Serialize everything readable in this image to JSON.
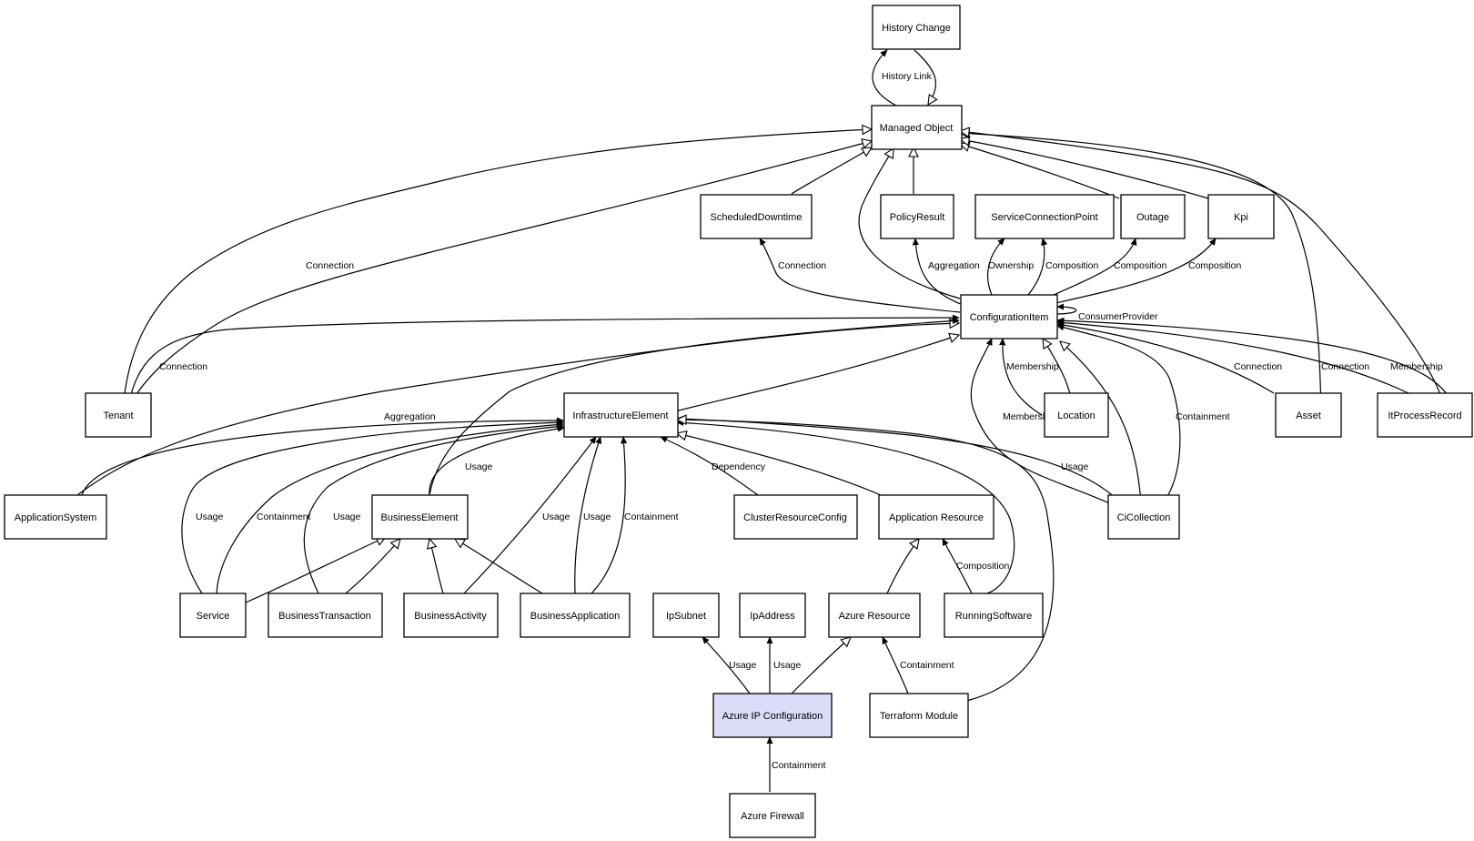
{
  "nodes": {
    "history_change": "History Change",
    "managed_object": "Managed Object",
    "scheduled_downtime": "ScheduledDowntime",
    "policy_result": "PolicyResult",
    "service_connection_point": "ServiceConnectionPoint",
    "outage": "Outage",
    "kpi": "Kpi",
    "configuration_item": "ConfigurationItem",
    "tenant": "Tenant",
    "infrastructure_element": "InfrastructureElement",
    "location": "Location",
    "asset": "Asset",
    "it_process_record": "ItProcessRecord",
    "application_system": "ApplicationSystem",
    "business_element": "BusinessElement",
    "cluster_resource_config": "ClusterResourceConfig",
    "application_resource": "Application Resource",
    "ci_collection": "CiCollection",
    "service": "Service",
    "business_transaction": "BusinessTransaction",
    "business_activity": "BusinessActivity",
    "business_application": "BusinessApplication",
    "ip_subnet": "IpSubnet",
    "ip_address": "IpAddress",
    "azure_resource": "Azure Resource",
    "running_software": "RunningSoftware",
    "azure_ip_configuration": "Azure IP Configuration",
    "terraform_module": "Terraform Module",
    "azure_firewall": "Azure Firewall"
  },
  "edge_labels": {
    "history_link": "History Link",
    "connection_tenant_mo": "Connection",
    "connection_ci_sd": "Connection",
    "aggregation_ci_pr": "Aggregation",
    "ownership_ci_scp": "Ownership",
    "composition_ci_scp": "Composition",
    "composition_ci_outage": "Composition",
    "composition_ci_kpi": "Composition",
    "consumer_provider": "ConsumerProvider",
    "connection_tenant_ci": "Connection",
    "membership_location": "Membership",
    "connection_asset": "Connection",
    "connection_itpr": "Connection",
    "membership_itpr": "Membership",
    "aggregation_as": "Aggregation",
    "membership_cicol": "Membership",
    "containment_cicol": "Containment",
    "usage_cicol": "Usage",
    "usage_be": "Usage",
    "dependency_crc": "Dependency",
    "usage_service": "Usage",
    "containment_service": "Containment",
    "usage_bt": "Usage",
    "usage_bact": "Usage",
    "usage_bapp": "Usage",
    "containment_bapp": "Containment",
    "composition_rs": "Composition",
    "usage_ipsubnet": "Usage",
    "usage_ipaddress": "Usage",
    "containment_terraform": "Containment",
    "containment_firewall": "Containment"
  },
  "colors": {
    "highlight_fill": "#dcdcf8"
  }
}
